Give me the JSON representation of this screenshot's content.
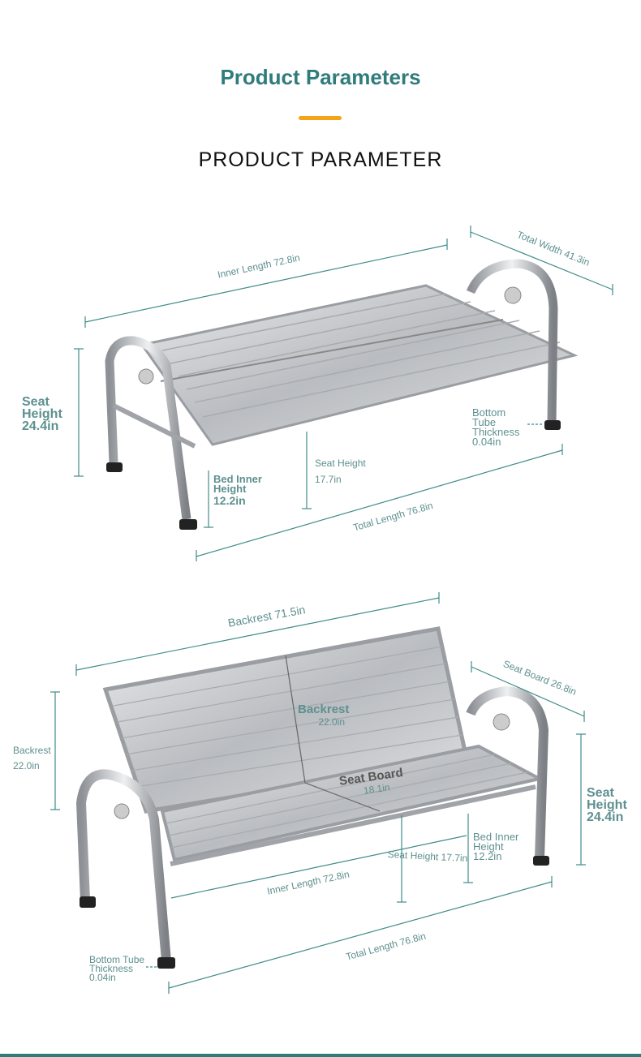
{
  "header": {
    "title": "Product Parameters",
    "subtitle": "PRODUCT PARAMETER"
  },
  "bed_view": {
    "inner_length": "Inner Length 72.8in",
    "total_width": "Total Width 41.3in",
    "seat_height_label": [
      "Seat",
      "Height",
      "24.4in"
    ],
    "bed_inner_height": [
      "Bed Inner",
      "Height",
      "12.2in"
    ],
    "seat_height_small": [
      "Seat Height",
      "17.7in"
    ],
    "bottom_tube": [
      "Bottom",
      "Tube",
      "Thickness",
      "0.04in"
    ],
    "total_length": "Total Length 76.8in"
  },
  "sofa_view": {
    "backrest_length": "Backrest 71.5in",
    "seat_board_depth": "Seat Board 26.8in",
    "backrest_left": [
      "Backrest",
      "22.0in"
    ],
    "backrest_center": [
      "Backrest",
      "22.0in"
    ],
    "seat_board_center": [
      "Seat Board",
      "18.1in"
    ],
    "seat_height_label": [
      "Seat",
      "Height",
      "24.4in"
    ],
    "bed_inner_height": [
      "Bed Inner",
      "Height",
      "12.2in"
    ],
    "seat_height_small": "Seat Height 17.7in",
    "inner_length": "Inner Length 72.8in",
    "total_length": "Total Length 76.8in",
    "bottom_tube": [
      "Bottom Tube",
      "Thickness",
      "0.04in"
    ]
  },
  "colors": {
    "title": "#2f7c7a",
    "accent": "#f2a516",
    "dimension": "#3f8c88"
  }
}
